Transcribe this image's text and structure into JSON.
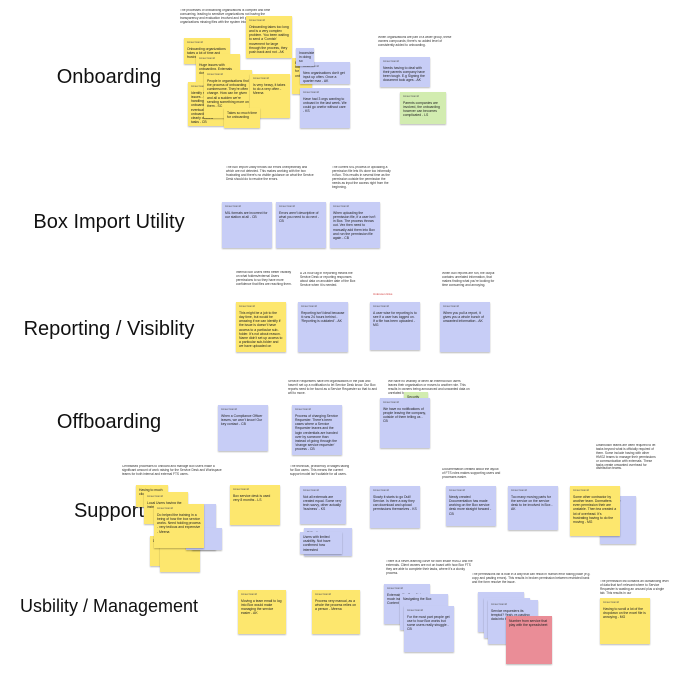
{
  "rows": [
    {
      "label": "Onboarding"
    },
    {
      "label": "Box Import Utility"
    },
    {
      "label": "Reporting / Visiblity"
    },
    {
      "label": "Offboarding"
    },
    {
      "label": "Support"
    },
    {
      "label": "Usbility / Management"
    }
  ],
  "author": "Ameer Hamid",
  "notes": {
    "n1": "The processes of onboarding organizations is complex and time consuming, leading to sensitive organizations not having the transparency and evaluation involved and left pending. Box entries in organizations missing files with the system into a secure way.",
    "n2": "When organizations are part of a wider group, these owners compounds; there's no added level of consistently added to onboarding.",
    "n3": "The Box Import Utility throws out errors unexpectedly and which are not detected. This makes working with the box frustrating and there's no visible guidance on what the Service Desk should do to resolve the errors.",
    "n4": "The current MIL process of uploading a permission file lets it's done too informally in Box. This results in several time as the permission outside the permission the needs as input the access right from the beginning.",
    "n5": "Internal Box Users need better visibility on what folders/external Users permissions to so they have more confidence that files are reaching them.",
    "n6": "A 24 hour lag in Reporting means the Service Desk or reporting responses about data on anoutder date of the Box Service when it is needed.",
    "n7": "When Box reports are run, the output contains unrelated information, that makes finding what you're looking for time consuming and annoying.",
    "n8": "Service Requesters have left organisations in the past and haven't set up a notification to let Service Desk know. Our Box reports need to be found as a Service Requester so that to and will to move.",
    "n9": "We have no visibility of when an external Box users leaves their organisation or moves to another role. This results in owners being announced and unwanted data on unrelated box.",
    "n10": "Centralised processes to onboard and manage Box users make a significant amount of work raising for the Service Desk and Workspace teams for both internal and external FTS users.",
    "n11": "The technical, proficiency of stages taking for Box users. This means the current support model isn't suitable for all users.",
    "n12": "Documentation created about the layout of FTS roles makes supporting users and processes easier.",
    "n13": "Distribution teams are often required to let tasks beyond what is officially required of them. Some include having with other HMG2 teams to manage their permissions or communication with externals. These tasks create unwanted overhead for distribution teams.",
    "n14": "There is a never-learning curve for both inside HMG2 and the externals. Client owners are not on board with how Box FTS they are able to complete their tasks, where it's a clunky process.",
    "n15": "The permissions list is built in a way that can result in human error taking place (e.g. copy and pasting errors). This results in broken permission between restricted bank and the form resolve the issue.",
    "n16": "The permission list contains an outstanding level of data that isn't relevant where to Service Requester is wasting an unused plus a single tab. This results in our"
  },
  "stickies": {
    "s1": "Onboarding organizations takes a lot of time and frustration",
    "s2": "Huge issues with onboarding. Externals don't follow instructions.",
    "s3": "Identify resource issues - staff handling when onboarding, eventually onboarding with no clearly defined tasks - CB",
    "s4": "People in organisations find the process of onboarding cumbersome. They're often change. How can be given and all a sudden we're sending something more on them - SC",
    "s5": "Is very heavy, it takes to do a very often - Meena",
    "s6": "Takes so much time for onboarding",
    "s7": "Onboarding takes too long and is a very complex problem. You been waiting to send a 'Cornish' movement for large through the process, they push back and not - AK",
    "s8": "Boxes too slow for onboarding",
    "s9": "New organisations don't get input up often. Once a quarter max - AK",
    "s10": "Have had 3 orgs wanting to onboard in the last week. We could go onefor without care - KS",
    "s11": "Inconsistency in doing so",
    "s12": "Needs having to deal with their parents company have been tough. E.g Signing the document took ages - AK",
    "s13": "Parents companies are involved, the onboarding however can becomes complicated - LS",
    "s14": "MIL formats are incorrect for our station at all - CB",
    "s15": "Errors aren't descriptive of what you need to do next - CB",
    "s16": "When uploading the permission file, if a user isn't in Box. The process throws out. Vex then need to manually add them into Box and run the permission file again - CB",
    "s17": "This might be a job to the day time, but would be amazing if we can identify if the issue is doesn't have access to a particular sub-folder. It's not about reason. Name didn't set up access to a particular sub-folder and we have uploaded on",
    "s18": "Reporting isn't ideal because it runs 24 hours behind - 'Reporting is outdated' - AK",
    "s19": "A user wise for reporting is to see if a user has logged on. If a file has been uploaded - MG",
    "s20": "When you pull a report, it gives you a whole bunch of unwanted information - AK",
    "s21": "When a Compliance Officer leaves, we won't know! Our key contact - CB",
    "s22": "Process of changing Service Requester. There's been cases where a Service Requester leaves and the login credentials are handed over by someone than instead of going through the 'change service requester' process - CB",
    "s23": "We have no notifications of people leaving the company, outside of them telling us - CB",
    "s24": "Security",
    "s25": "Having to much clicking for users",
    "s26": "Local Users having the instructions feedback",
    "s27": "Do helped the training in a being of how the box service works. Need holding process - very tedious and expensive - Meena",
    "s28": "Did fine",
    "s29": "Box service desk is used very 8 months - LS",
    "s30": "Not all externals are created equal. Some very tech savvy, other actually 'business' - KS",
    "s31": "Difficult",
    "s32": "Users with limited usability. Not have confirmed how interested",
    "s33": "Slowly it starts to go Dull! Service. Is there a way they can download and upload permissions themselves - KS",
    "s34": "Newly created Documentation has made working on the Box service desk more straight forward - CB",
    "s35": "Too many moving parts for the service on the service desk to be involved in Box - AK",
    "s36": "Some other contractor by another team. Dormatters even permission their are unstable. Then tea created a lot of overhead. It's frustrating having to do the moving - MG",
    "s37": "Some more managed",
    "s38": "Moving a team email to log into Box would make managing the service easier - AK",
    "s39": "Process very manual, as a whole the process relies on a person - Meena",
    "s40": "Externals like Box. Not much issues, Sensitive Content",
    "s41": "Navigating the Box",
    "s42": "For the most part people get use to how Box works but some users really struggle - CB",
    "s43": "Service requesters its temptol? Yeah, re-pasting data into the shared sheet.",
    "s44": "Number from service that play with the spreadsheet",
    "s45": "Having to scroll a lot of the dropdown on the excel file is annoying - MG"
  },
  "annotation": "Unknown links"
}
